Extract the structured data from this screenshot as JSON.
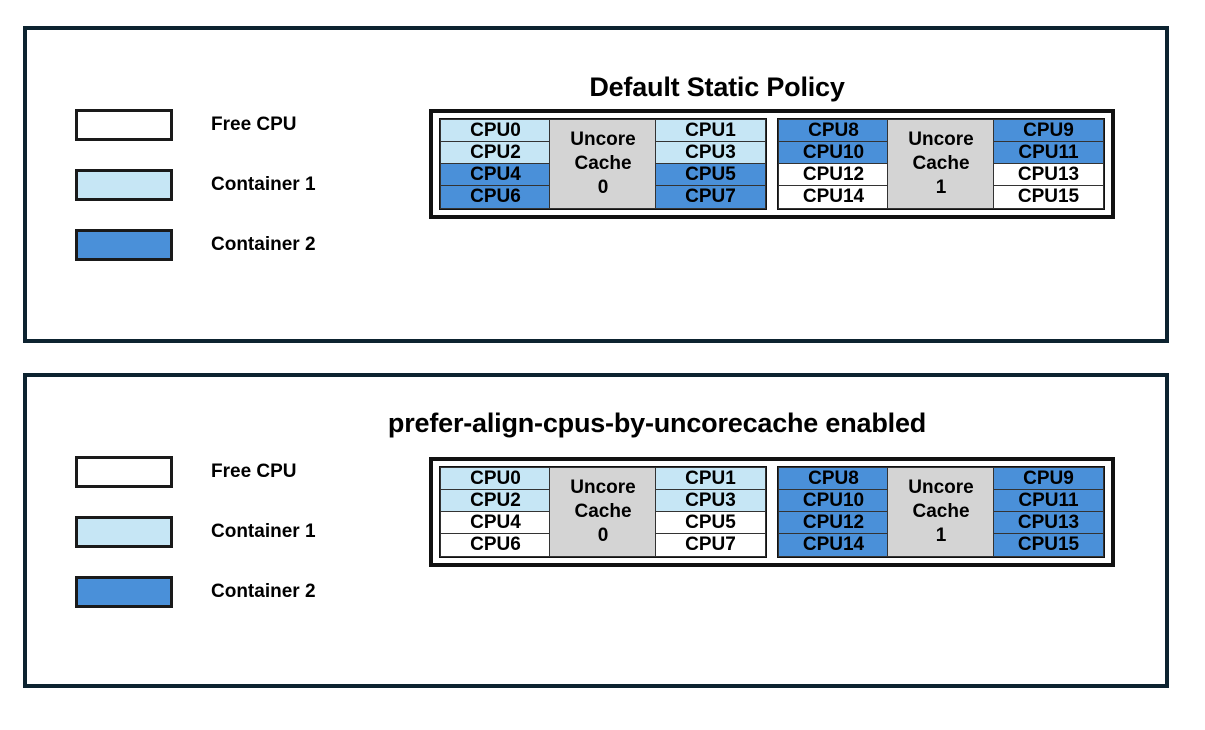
{
  "colors": {
    "free": "#ffffff",
    "container1": "#c6e6f5",
    "container2": "#4a90d9",
    "cache": "#d4d4d4",
    "panel_border": "#0d2330",
    "cell_border": "#333333"
  },
  "legend": {
    "items": [
      {
        "label": "Free CPU",
        "fill": "free"
      },
      {
        "label": "Container 1",
        "fill": "container1"
      },
      {
        "label": "Container 2",
        "fill": "container2"
      }
    ]
  },
  "panels": [
    {
      "id": "top",
      "title": "Default Static Policy",
      "groups": [
        {
          "cache_line1": "Uncore",
          "cache_line2": "Cache",
          "cache_line3": "0",
          "left_column": [
            {
              "label": "CPU0",
              "fill": "container1"
            },
            {
              "label": "CPU2",
              "fill": "container1"
            },
            {
              "label": "CPU4",
              "fill": "container2"
            },
            {
              "label": "CPU6",
              "fill": "container2"
            }
          ],
          "right_column": [
            {
              "label": "CPU1",
              "fill": "container1"
            },
            {
              "label": "CPU3",
              "fill": "container1"
            },
            {
              "label": "CPU5",
              "fill": "container2"
            },
            {
              "label": "CPU7",
              "fill": "container2"
            }
          ]
        },
        {
          "cache_line1": "Uncore",
          "cache_line2": "Cache",
          "cache_line3": "1",
          "left_column": [
            {
              "label": "CPU8",
              "fill": "container2"
            },
            {
              "label": "CPU10",
              "fill": "container2"
            },
            {
              "label": "CPU12",
              "fill": "free"
            },
            {
              "label": "CPU14",
              "fill": "free"
            }
          ],
          "right_column": [
            {
              "label": "CPU9",
              "fill": "container2"
            },
            {
              "label": "CPU11",
              "fill": "container2"
            },
            {
              "label": "CPU13",
              "fill": "free"
            },
            {
              "label": "CPU15",
              "fill": "free"
            }
          ]
        }
      ]
    },
    {
      "id": "bottom",
      "title": "prefer-align-cpus-by-uncorecache enabled",
      "groups": [
        {
          "cache_line1": "Uncore",
          "cache_line2": "Cache",
          "cache_line3": "0",
          "left_column": [
            {
              "label": "CPU0",
              "fill": "container1"
            },
            {
              "label": "CPU2",
              "fill": "container1"
            },
            {
              "label": "CPU4",
              "fill": "free"
            },
            {
              "label": "CPU6",
              "fill": "free"
            }
          ],
          "right_column": [
            {
              "label": "CPU1",
              "fill": "container1"
            },
            {
              "label": "CPU3",
              "fill": "container1"
            },
            {
              "label": "CPU5",
              "fill": "free"
            },
            {
              "label": "CPU7",
              "fill": "free"
            }
          ]
        },
        {
          "cache_line1": "Uncore",
          "cache_line2": "Cache",
          "cache_line3": "1",
          "left_column": [
            {
              "label": "CPU8",
              "fill": "container2"
            },
            {
              "label": "CPU10",
              "fill": "container2"
            },
            {
              "label": "CPU12",
              "fill": "container2"
            },
            {
              "label": "CPU14",
              "fill": "container2"
            }
          ],
          "right_column": [
            {
              "label": "CPU9",
              "fill": "container2"
            },
            {
              "label": "CPU11",
              "fill": "container2"
            },
            {
              "label": "CPU13",
              "fill": "container2"
            },
            {
              "label": "CPU15",
              "fill": "container2"
            }
          ]
        }
      ]
    }
  ]
}
